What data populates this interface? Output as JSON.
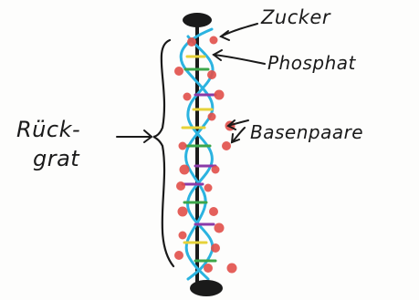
{
  "labels": {
    "sugar": "Zucker",
    "phosphate": "Phosphat",
    "base_pairs": "Basenpaare",
    "backbone_line1": "Rück-",
    "backbone_line2": "grat"
  },
  "colors": {
    "ink": "#1a1a1a",
    "strand_blue": "#2bb3e0",
    "node_red": "#e2504a",
    "pair_yellow": "#e6d23a",
    "pair_purple": "#8b3aa8",
    "pair_green": "#3da64a"
  },
  "icons": {
    "top_cap": "dark-oval-cap",
    "bottom_cap": "dark-oval-cap",
    "brace": "curly-brace",
    "arrow": "hand-drawn-arrow"
  }
}
